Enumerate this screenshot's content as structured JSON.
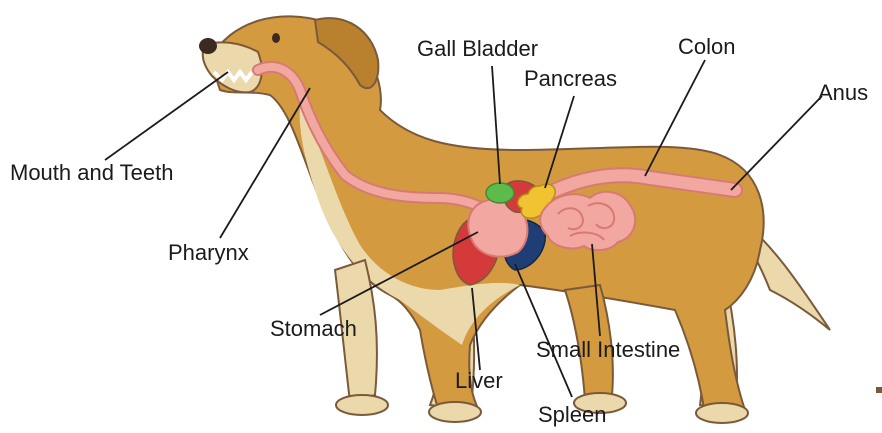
{
  "labels": {
    "mouth_and_teeth": "Mouth and Teeth",
    "pharynx": "Pharynx",
    "gall_bladder": "Gall Bladder",
    "pancreas": "Pancreas",
    "colon": "Colon",
    "anus": "Anus",
    "stomach": "Stomach",
    "liver": "Liver",
    "small_intestine": "Small Intestine",
    "spleen": "Spleen"
  },
  "colors": {
    "fur": "#D39A3F",
    "fur_shadow": "#B9802E",
    "belly": "#EBD9AC",
    "outline": "#7A5A3A",
    "tract": "#F2A7A0",
    "tract_edge": "#D77A74",
    "liver": "#D43A3A",
    "spleen": "#1E3E75",
    "gall_bladder": "#5DBB4B",
    "pancreas": "#F2C330",
    "leader_line": "#1b1b1b"
  }
}
